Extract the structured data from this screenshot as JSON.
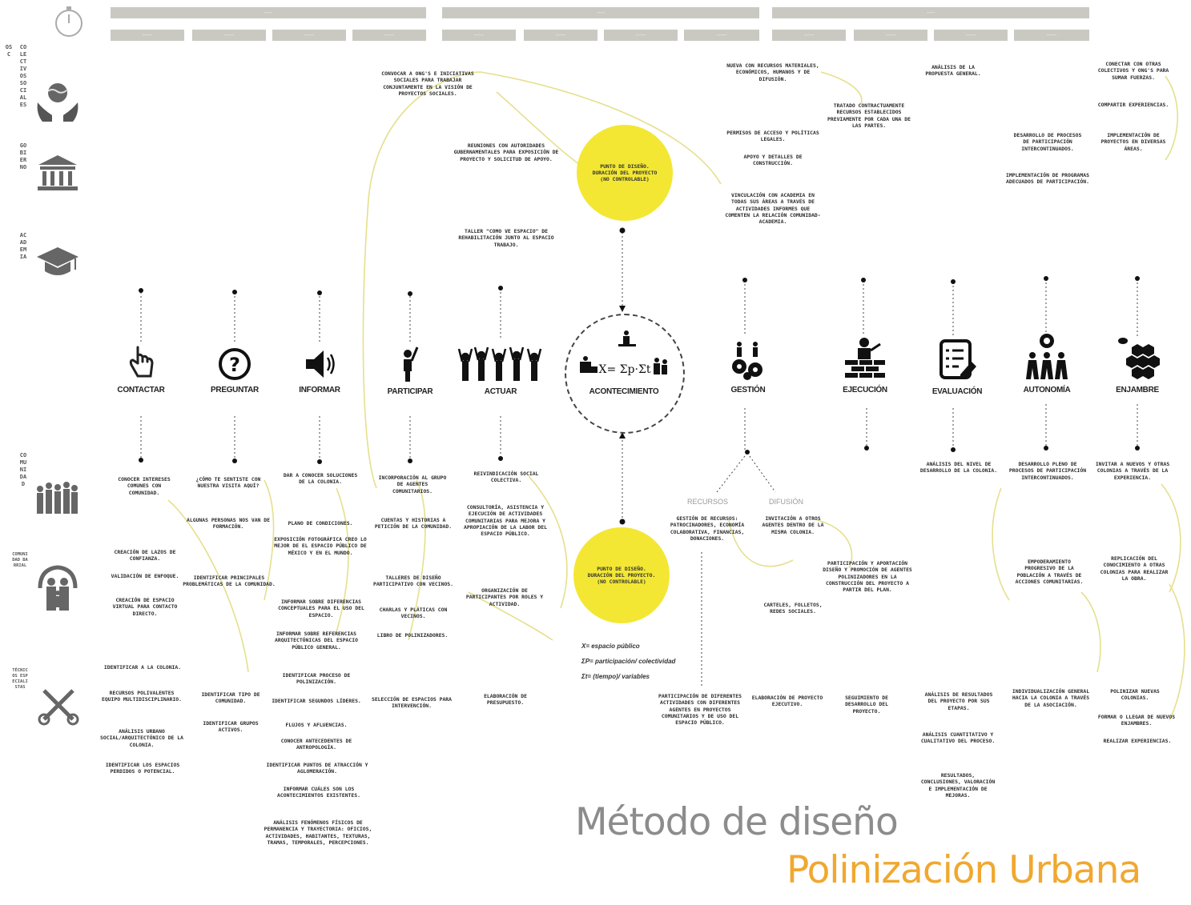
{
  "title": {
    "line1": "Método de diseño",
    "line2": "Polinización Urbana"
  },
  "colors": {
    "accent_yellow": "#f3e734",
    "title_orange": "#f0a830",
    "title_gray": "#8c8c8c",
    "header_gray": "#c9c9c2",
    "connector": "#e6df8c"
  },
  "header": {
    "years": [
      "----",
      "----",
      "----"
    ],
    "periods": [
      "-----",
      "-----",
      "-----",
      "-----",
      "-----",
      "-----",
      "-----",
      "-----",
      "-----",
      "-----",
      "-----",
      "-----"
    ]
  },
  "left_icons": {
    "top": [
      "timer-icon",
      "hands-globe-icon",
      "government-building-icon",
      "graduation-cap-icon"
    ],
    "bottom": [
      "crowd-icon",
      "family-icon",
      "tools-icon"
    ]
  },
  "row_labels": {
    "top": [
      "OSC",
      "COLECTIVOS SOCIALES",
      "GOBIERNO",
      "ACADEMIA"
    ],
    "bottom": [
      "COMUNIDAD",
      "COMUNIDAD BARRIAL",
      "TÉCNICOS ESPECIALISTAS"
    ]
  },
  "stages": [
    {
      "label": "CONTACTAR",
      "icon": "hand-pointer-icon"
    },
    {
      "label": "PREGUNTAR",
      "icon": "question-icon"
    },
    {
      "label": "INFORMAR",
      "icon": "speaker-icon"
    },
    {
      "label": "PARTICIPAR",
      "icon": "person-raising-hand-icon"
    },
    {
      "label": "ACTUAR",
      "icon": "crowd-raising-hands-icon"
    },
    {
      "label": "ACONTECIMIENTO",
      "icon": "formula-icon"
    },
    {
      "label": "GESTIÓN",
      "icon": "gears-people-icon"
    },
    {
      "label": "EJECUCIÓN",
      "icon": "builder-bricks-icon"
    },
    {
      "label": "EVALUACIÓN",
      "icon": "checklist-icon"
    },
    {
      "label": "AUTONOMÍA",
      "icon": "people-gear-icon"
    },
    {
      "label": "ENJAMBRE",
      "icon": "bee-honeycomb-icon"
    }
  ],
  "formula": "X= Σp·Σt",
  "circles": {
    "top": "PUNTO DE DISEÑO. DURACIÓN DEL PROYECTO (NO CONTROLABLE)",
    "bottom": "PUNTO DE DISEÑO. DURACIÓN DEL PROYECTO. (NO CONTROLABLE)"
  },
  "legend": [
    "X= espacio público",
    "ΣP= participación/ colectividad",
    "Σt= (tiempo)/ variables"
  ],
  "gestion_branches": [
    "RECURSOS",
    "DIFUSIÓN"
  ],
  "notes_top": [
    "CONVOCAR A ONG'S E INICIATIVAS SOCIALES PARA TRABAJAR CONJUNTAMENTE EN LA VISIÓN DE PROYECTOS SOCIALES.",
    "REUNIONES CON AUTORIDADES GUBERNAMENTALES PARA EXPOSICIÓN DE PROYECTO Y SOLICITUD DE APOYO.",
    "TALLER \"COMO VE ESPACIO\" DE REHABILITACIÓN JUNTO AL ESPACIO TRABAJO.",
    "NUEVA CON RECURSOS MATERIALES, ECONÓMICOS, HUMANOS Y DE DIFUSIÓN.",
    "PERMISOS DE ACCESO Y POLÍTICAS LEGALES.",
    "APOYO Y DETALLES DE CONSTRUCCIÓN.",
    "VINCULACIÓN CON ACADEMIA EN TODAS SUS ÁREAS A TRAVÉS DE ACTIVIDADES INFORMES QUE COMENTEN LA RELACIÓN COMUNIDAD-ACADEMIA.",
    "TRATADO CONTRACTUAMENTE RECURSOS ESTABLECIDOS PREVIAMENTE POR CADA UNA DE LAS PARTES.",
    "ANÁLISIS DE LA PROPUESTA GENERAL.",
    "DESARROLLO DE PROCESOS DE PARTICIPACIÓN INTERCONTINUADOS.",
    "IMPLEMENTACIÓN DE PROGRAMAS ADECUADOS DE PARTICIPACIÓN.",
    "CONECTAR CON OTRAS COLECTIVOS Y ONG'S PARA SUMAR FUERZAS.",
    "COMPARTIR EXPERIENCIAS.",
    "IMPLEMENTACIÓN DE PROYECTOS EN DIVERSAS ÁREAS."
  ],
  "notes_bottom": [
    "CONOCER INTERESES COMUNES CON COMUNIDAD.",
    "CREACIÓN DE LAZOS DE CONFIANZA.",
    "VALIDACIÓN DE ENFOQUE.",
    "CREACIÓN DE ESPACIO VIRTUAL PARA CONTACTO DIRECTO.",
    "IDENTIFICAR A LA COLONIA.",
    "RECURSOS POLIVALENTES EQUIPO MULTIDISCIPLINARIO.",
    "ANÁLISIS URBANO SOCIAL/ARQUITECTÓNICO DE LA COLONIA.",
    "IDENTIFICAR LOS ESPACIOS PERDIDOS O POTENCIAL.",
    "¿CÓMO TE SENTISTE CON NUESTRA VISITA AQUÍ?",
    "ALGUNAS PERSONAS NOS VAN DE FORMACIÓN.",
    "IDENTIFICAR PRINCIPALES PROBLEMÁTICAS DE LA COMUNIDAD.",
    "IDENTIFICAR TIPO DE COMUNIDAD.",
    "IDENTIFICAR GRUPOS ACTIVOS.",
    "DAR A CONOCER SOLUCIONES DE LA COLONIA.",
    "PLANO DE CONDICIONES.",
    "EXPOSICIÓN FOTOGRÁFICA CREO LO MEJOR DE EL ESPACIO PÚBLICO DE MÉXICO Y EN EL MUNDO.",
    "INFORMAR SOBRE DIFERENCIAS CONCEPTUALES PARA EL USO DEL ESPACIO.",
    "INFORMAR SOBRE REFERENCIAS ARQUITECTÓNICAS DEL ESPACIO PÚBLICO GENERAL.",
    "IDENTIFICAR PROCESO DE POLINIZACIÓN.",
    "IDENTIFICAR SEGUNDOS LÍDERES.",
    "FLUJOS Y AFLUENCIAS.",
    "CONOCER ANTECEDENTES DE ANTROPOLOGÍA.",
    "IDENTIFICAR PUNTOS DE ATRACCIÓN Y AGLOMERACIÓN.",
    "INFORMAR CUÁLES SON LOS ACONTECIMIENTOS EXISTENTES.",
    "ANÁLISIS FENÓMENOS FÍSICOS DE PERMANENCIA Y TRAYECTORIA: OFICIOS, ACTIVIDADES, HABITANTES, TEXTURAS, TRAMAS, TEMPORALES, PERCEPCIONES.",
    "INCORPORACIÓN AL GRUPO DE AGENTES COMUNITARIOS.",
    "CUENTAS Y HISTORIAS A PETICIÓN DE LA COMUNIDAD.",
    "TALLERES DE DISEÑO PARTICIPATIVO CON VECINOS.",
    "CHARLAS Y PLÁTICAS CON VECINOS.",
    "LIBRO DE POLINIZADORES.",
    "SELECCIÓN DE ESPACIOS PARA INTERVENCIÓN.",
    "REIVINDICACIÓN SOCIAL COLECTIVA.",
    "CONSULTORÍA, ASISTENCIA Y EJECUCIÓN DE ACTIVIDADES COMUNITARIAS PARA MEJORA Y APROPIACIÓN DE LA LABOR DEL ESPACIO PÚBLICO.",
    "ORGANIZACIÓN DE PARTICIPANTES POR ROLES Y ACTIVIDAD.",
    "ELABORACIÓN DE PRESUPUESTO.",
    "GESTIÓN DE RECURSOS: PATROCINADORES, ECONOMÍA COLABORATIVA, FINANCIAS, DONACIONES.",
    "INVITACIÓN A OTROS AGENTES DENTRO DE LA MISMA COLONIA.",
    "CARTELES, FOLLETOS, REDES SOCIALES.",
    "PARTICIPACIÓN Y APORTACIÓN DISEÑO Y PROMOCIÓN DE AGENTES POLINIZADORES EN LA CONSTRUCCIÓN DEL PROYECTO A PARTIR DEL PLAN.",
    "PARTICIPACIÓN DE DIFERENTES ACTIVIDADES CON DIFERENTES AGENTES EN PROYECTOS COMUNITARIOS Y DE USO DEL ESPACIO PÚBLICO.",
    "ELABORACIÓN DE PROYECTO EJECUTIVO.",
    "SEGUIMIENTO DE DESARROLLO DEL PROYECTO.",
    "ANÁLISIS DEL NIVEL DE DESARROLLO DE LA COLONIA.",
    "ANÁLISIS DE RESULTADOS DEL PROYECTO POR SUS ETAPAS.",
    "ANÁLISIS CUANTITATIVO Y CUALITATIVO DEL PROCESO.",
    "RESULTADOS, CONCLUSIONES, VALORACIÓN E IMPLEMENTACIÓN DE MEJORAS.",
    "DESARROLLO PLENO DE PROCESOS DE PARTICIPACIÓN INTERCONTINUADOS.",
    "EMPODERAMIENTO PROGRESIVO DE LA POBLACIÓN A TRAVÉS DE ACCIONES COMUNITARIAS.",
    "INDIVIDUALIZACIÓN GENERAL HACIA LA COLONIA A TRAVÉS DE LA ASOCIACIÓN.",
    "INVITAR A NUEVOS Y OTRAS COLONIAS A TRAVÉS DE LA EXPERIENCIA.",
    "REPLICACIÓN DEL CONOCIMIENTO A OTRAS COLONIAS PARA REALIZAR LA OBRA.",
    "POLINIZAR NUEVAS COLONIAS.",
    "FORMAR O LLEGAR DE NUEVOS ENJAMBRES.",
    "REALIZAR EXPERIENCIAS."
  ]
}
